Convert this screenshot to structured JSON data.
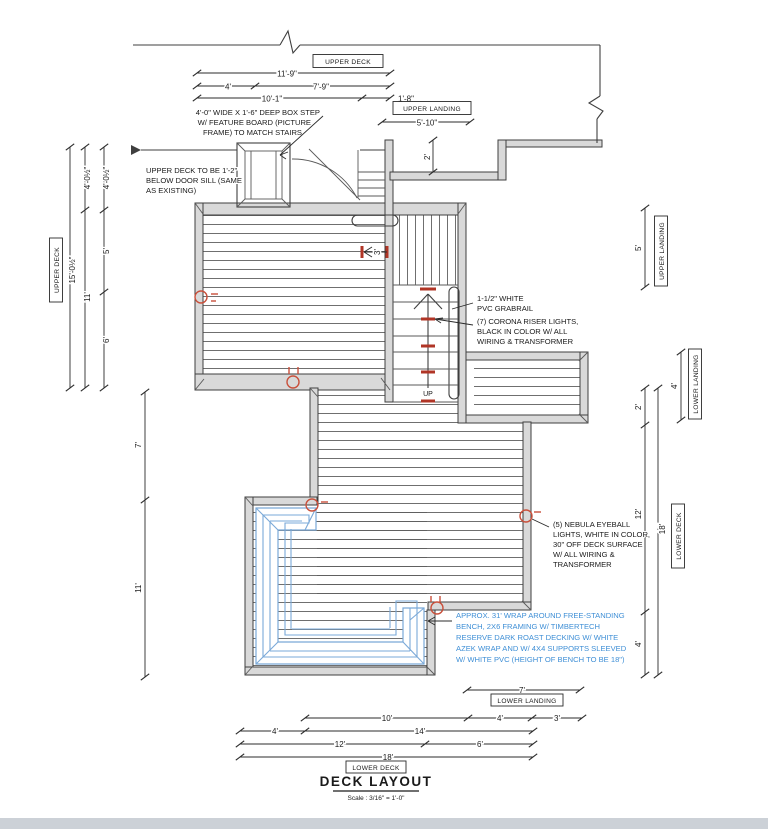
{
  "drawing": {
    "title_block": {
      "title": "DECK LAYOUT",
      "scale": "Scale : 3/16\" = 1'-0\""
    },
    "labels": {
      "upper_deck_top": "UPPER DECK",
      "upper_landing_top": "UPPER LANDING",
      "upper_deck_left": "UPPER DECK",
      "upper_landing_right": "UPPER LANDING",
      "lower_landing_right": "LOWER LANDING",
      "lower_deck_right": "LOWER DECK",
      "lower_landing_bottom": "LOWER LANDING",
      "lower_deck_bottom": "LOWER DECK",
      "up": "UP"
    },
    "dims": {
      "top_row1": "11'-9\"",
      "top_row2_a": "4'",
      "top_row2_b": "7'-9\"",
      "top_row3_a": "10'-1\"",
      "top_row3_b": "1'-8\"",
      "upper_landing_width": "5'-10\"",
      "upper_landing_depth": "2'",
      "left_total": "15'-0½\"",
      "left_mid_a": "4'-0½\"",
      "left_mid_b": "11'",
      "left_in_a": "4'-0½\"",
      "left_in_b": "5'",
      "left_in_c": "6'",
      "left_low_a": "7'",
      "left_low_b": "11'",
      "stair_width": "3'",
      "right_upper_landing": "5'",
      "right_in_a": "2'",
      "right_in_b": "12'",
      "right_in_c": "4'",
      "right_total": "18'",
      "right_lower_landing": "4'",
      "bottom_landing": "7'",
      "bottom_r2_a": "10'",
      "bottom_r2_b": "4'",
      "bottom_r2_c": "3'",
      "bottom_r3_a": "4'",
      "bottom_r3_b": "14'",
      "bottom_r4_a": "12'",
      "bottom_r4_b": "6'",
      "bottom_r5": "18'"
    },
    "notes": {
      "box_step": [
        "4'-0\" WIDE X 1'-6\" DEEP BOX STEP",
        "W/ FEATURE BOARD (PICTURE",
        "FRAME) TO MATCH STAIRS"
      ],
      "door_sill": [
        "UPPER DECK TO BE 1'-2\"",
        "BELOW DOOR SILL (SAME",
        "AS EXISTING)"
      ],
      "grabrail": [
        "1-1/2\" WHITE",
        "PVC GRABRAIL"
      ],
      "riser_lights": [
        "(7) CORONA RISER LIGHTS,",
        "BLACK IN COLOR W/ ALL",
        "WIRING & TRANSFORMER"
      ],
      "eyeball_lights": [
        "(5) NEBULA EYEBALL",
        "LIGHTS, WHITE IN COLOR,",
        "30\" OFF DECK SURFACE",
        "W/ ALL WIRING &",
        "TRANSFORMER"
      ],
      "bench": [
        "APPROX. 31' WRAP AROUND FREE-STANDING",
        "BENCH, 2X6 FRAMING W/ TIMBERTECH",
        "RESERVE DARK ROAST DECKING W/ WHITE",
        "AZEK WRAP AND W/ 4X4 SUPPORTS SLEEVED",
        "W/ WHITE PVC (HEIGHT OF BENCH TO BE 18\")"
      ]
    },
    "colors": {
      "wall_fill": "#d9d9d9",
      "line": "#3f3f3f",
      "bench_blue": "#7aa9d8",
      "marker_red": "#c9503b",
      "note_blue": "#3f8fd6"
    }
  }
}
